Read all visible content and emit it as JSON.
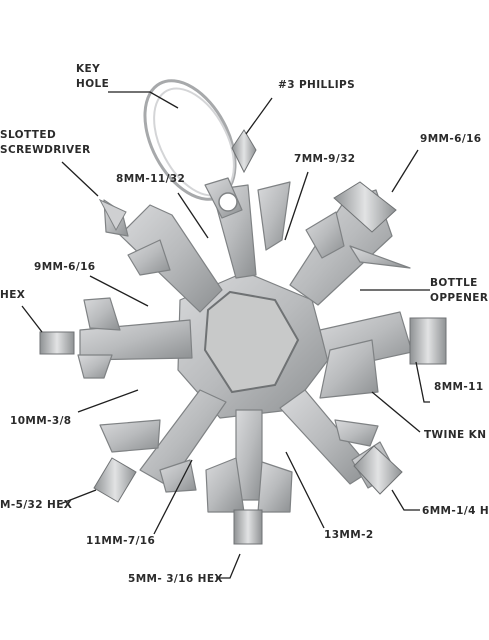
{
  "labels": {
    "key_hole_1": "KEY",
    "key_hole_2": "HOLE",
    "phillips": "#3 PHILLIPS",
    "slotted_1": "SLOTTED",
    "slotted_2": "SCREWDRIVER",
    "w9mm_top": "9MM-6/16",
    "w8mm_11_32": "8MM-11/32",
    "w7mm": "7MM-9/32",
    "w9mm_left": "9MM-6/16",
    "bottle_1": "BOTTLE",
    "bottle_2": "OPPENER",
    "hex_left": "HEX",
    "w8mm_right": "8MM-11",
    "w10mm": "10MM-3/8",
    "twine": "TWINE KN",
    "hex_5_32": "M-5/32 HEX",
    "w6mm": "6MM-1/4 H",
    "w11mm": "11MM-7/16",
    "w13mm": "13MM-2",
    "hex_5mm": "5MM- 3/16 HEX"
  },
  "colors": {
    "metal": "#b9bbbd",
    "metal_light": "#d9dadc",
    "metal_dark": "#8d9092",
    "hex_center": "#c8c9c9",
    "leader": "#1f1f1f"
  }
}
